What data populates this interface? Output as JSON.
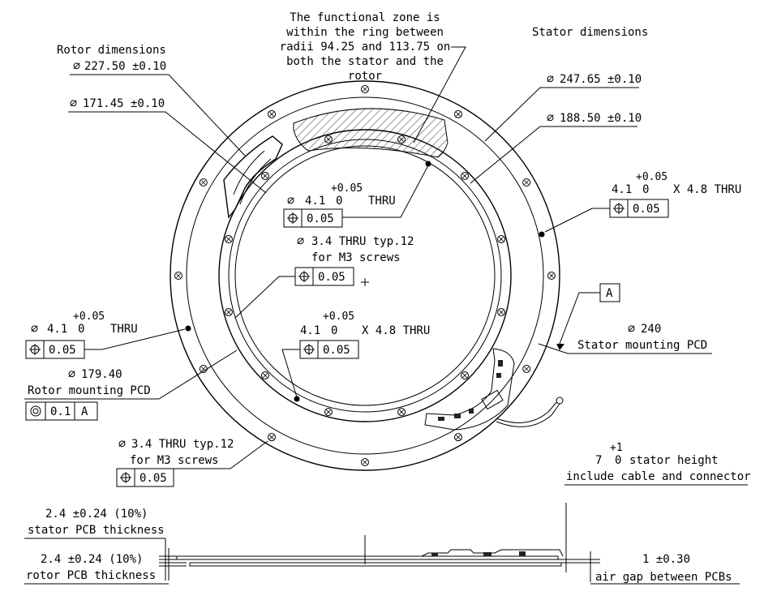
{
  "notes": {
    "functional_zone": [
      "The functional zone is",
      "within the ring between",
      "radii 94.25 and 113.75 on",
      "both the stator and the",
      "rotor"
    ],
    "rotor_dimensions": "Rotor dimensions",
    "stator_dimensions": "Stator dimensions"
  },
  "dims": {
    "rotor_od": "227.50 ±0.10",
    "rotor_id": "171.45 ±0.10",
    "stator_od": "247.65 ±0.10",
    "stator_id": "188.50 ±0.10",
    "stator_pcd_value": "240",
    "stator_pcd_label": "Stator mounting PCD",
    "rotor_pcd_value": "179.40",
    "rotor_pcd_label": "Rotor mounting PCD",
    "rotor_pcd_tol": "0.1",
    "rotor_pcd_datum": "A",
    "datum_a": "A"
  },
  "holes": {
    "center_hole": {
      "dia": "4.1",
      "tol_upper": "+0.05",
      "tol_lower": "0",
      "suffix": "THRU",
      "pos_tol": "0.05"
    },
    "m3_inner": {
      "line1": "3.4 THRU typ.12",
      "line2": "for M3 screws",
      "pos_tol": "0.05"
    },
    "left_hole": {
      "dia": "4.1",
      "tol_upper": "+0.05",
      "tol_lower": "0",
      "suffix": "THRU",
      "pos_tol": "0.05"
    },
    "center_blind": {
      "dia": "4.1",
      "tol_upper": "+0.05",
      "tol_lower": "0",
      "suffix": "X 4.8 THRU",
      "pos_tol": "0.05"
    },
    "right_blind": {
      "dia": "4.1",
      "tol_upper": "+0.05",
      "tol_lower": "0",
      "suffix": "X 4.8 THRU",
      "pos_tol": "0.05"
    },
    "m3_outer": {
      "line1": "3.4 THRU typ.12",
      "line2": "for M3 screws",
      "pos_tol": "0.05"
    }
  },
  "side_view": {
    "stator_height_value": "7",
    "stator_height_upper": "+1",
    "stator_height_lower": "0",
    "stator_height_label": "stator height",
    "stator_height_note": "include cable and connector",
    "stator_pcb": "2.4 ±0.24 (10%)",
    "stator_pcb_label": "stator PCB thickness",
    "rotor_pcb": "2.4 ±0.24 (10%)",
    "rotor_pcb_label": "rotor PCB thickness",
    "air_gap": "1 ±0.30",
    "air_gap_label": "air gap between PCBs"
  }
}
